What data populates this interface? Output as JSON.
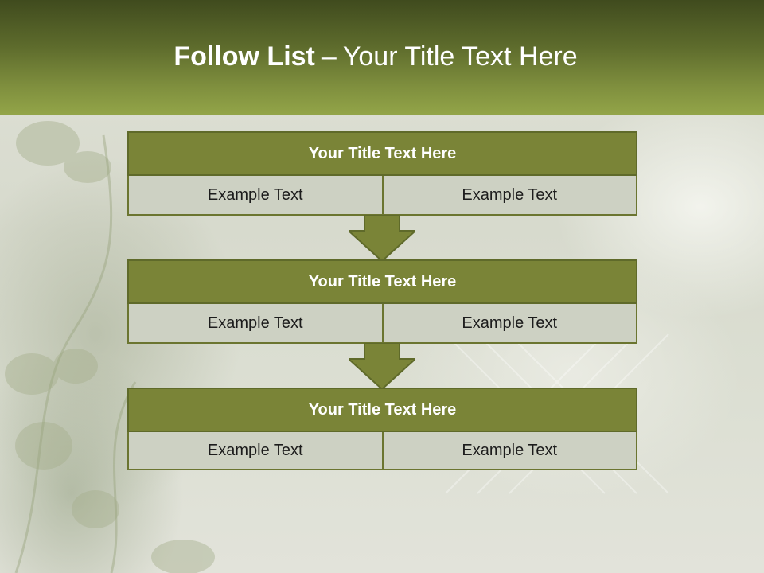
{
  "header": {
    "title_bold": "Follow List",
    "title_sep": "–",
    "title_rest": "Your Title Text Here"
  },
  "blocks": [
    {
      "title": "Your Title Text Here",
      "cells": [
        "Example Text",
        "Example Text"
      ]
    },
    {
      "title": "Your Title Text Here",
      "cells": [
        "Example Text",
        "Example Text"
      ]
    },
    {
      "title": "Your Title Text Here",
      "cells": [
        "Example Text",
        "Example Text"
      ]
    }
  ],
  "arrows": [
    "down-arrow",
    "down-arrow"
  ],
  "colors": {
    "header_dark": "#404b1e",
    "header_light": "#93a548",
    "title_bar": "#7a8437",
    "cell_bg": "#cdd1c3",
    "arrow": "#7a8437"
  }
}
